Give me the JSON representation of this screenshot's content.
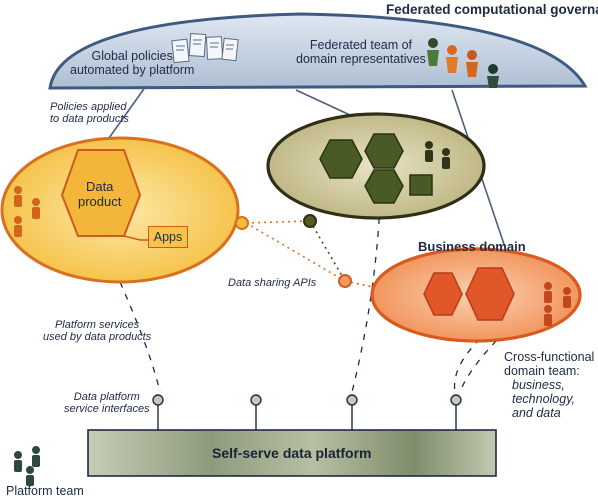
{
  "labels": {
    "governance_title": "Federated computational governance",
    "global_policies": [
      "Global policies",
      "automated by platform"
    ],
    "federated_team": [
      "Federated team of",
      "domain representatives"
    ],
    "policies_applied": [
      "Policies applied",
      "to data products"
    ],
    "data_product": [
      "Data",
      "product"
    ],
    "apps": "Apps",
    "business_domain": "Business domain",
    "data_sharing_apis": "Data sharing APIs",
    "platform_services": [
      "Platform services",
      "used by data products"
    ],
    "cross_functional": [
      "Cross-functional",
      "domain team:",
      "business,",
      "technology,",
      "and data"
    ],
    "platform_interfaces": [
      "Data platform",
      "service interfaces"
    ],
    "self_serve": "Self-serve data platform",
    "platform_team": "Platform team"
  },
  "colors": {
    "ink": "#1f2a44",
    "governance_fill": "#b9c8da",
    "governance_stroke": "#3e5a80",
    "yellow_fill": "#f7c84a",
    "yellow_stroke": "#d9711c",
    "olive_fill": "#cfc59a",
    "olive_stroke": "#2f2f18",
    "orange_fill": "#f19a61",
    "orange_stroke": "#d95a1c",
    "platform_fill": "#9aa78a",
    "hex_dark": "#4a5a24"
  }
}
